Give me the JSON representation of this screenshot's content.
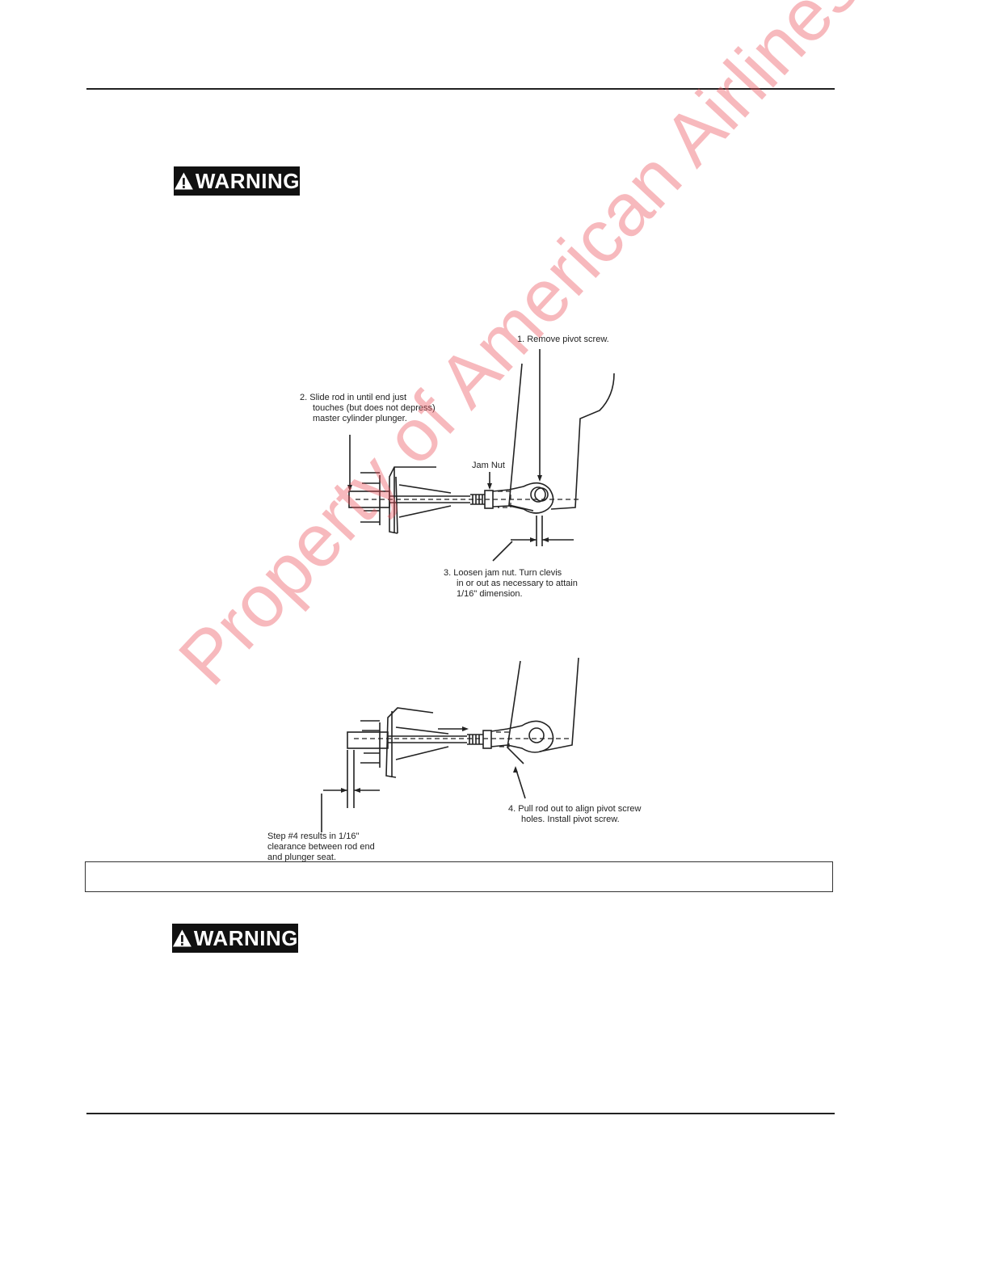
{
  "warnings": {
    "top_label": "WARNING",
    "bottom_label": "WARNING",
    "icon": "warning-triangle-icon"
  },
  "figure": {
    "step1": "1.  Remove pivot screw.",
    "step2_line1": "2.  Slide rod in until end just",
    "step2_line2": "touches (but does not depress)",
    "step2_line3": "master cylinder plunger.",
    "jam_nut": "Jam Nut",
    "step3_line1": "3.  Loosen jam nut.  Turn clevis",
    "step3_line2": "in or out as necessary to attain",
    "step3_line3": "1/16\" dimension.",
    "step4_line1": "4.  Pull rod out to align pivot screw",
    "step4_line2": "holes.  Install pivot screw.",
    "note_line1": "Step #4 results in 1/16\"",
    "note_line2": "clearance between rod end",
    "note_line3": "and plunger seat."
  },
  "caption": "",
  "watermark": "Property of American Airlines",
  "colors": {
    "watermark": "#eb505a",
    "warning_bg": "#111111"
  }
}
